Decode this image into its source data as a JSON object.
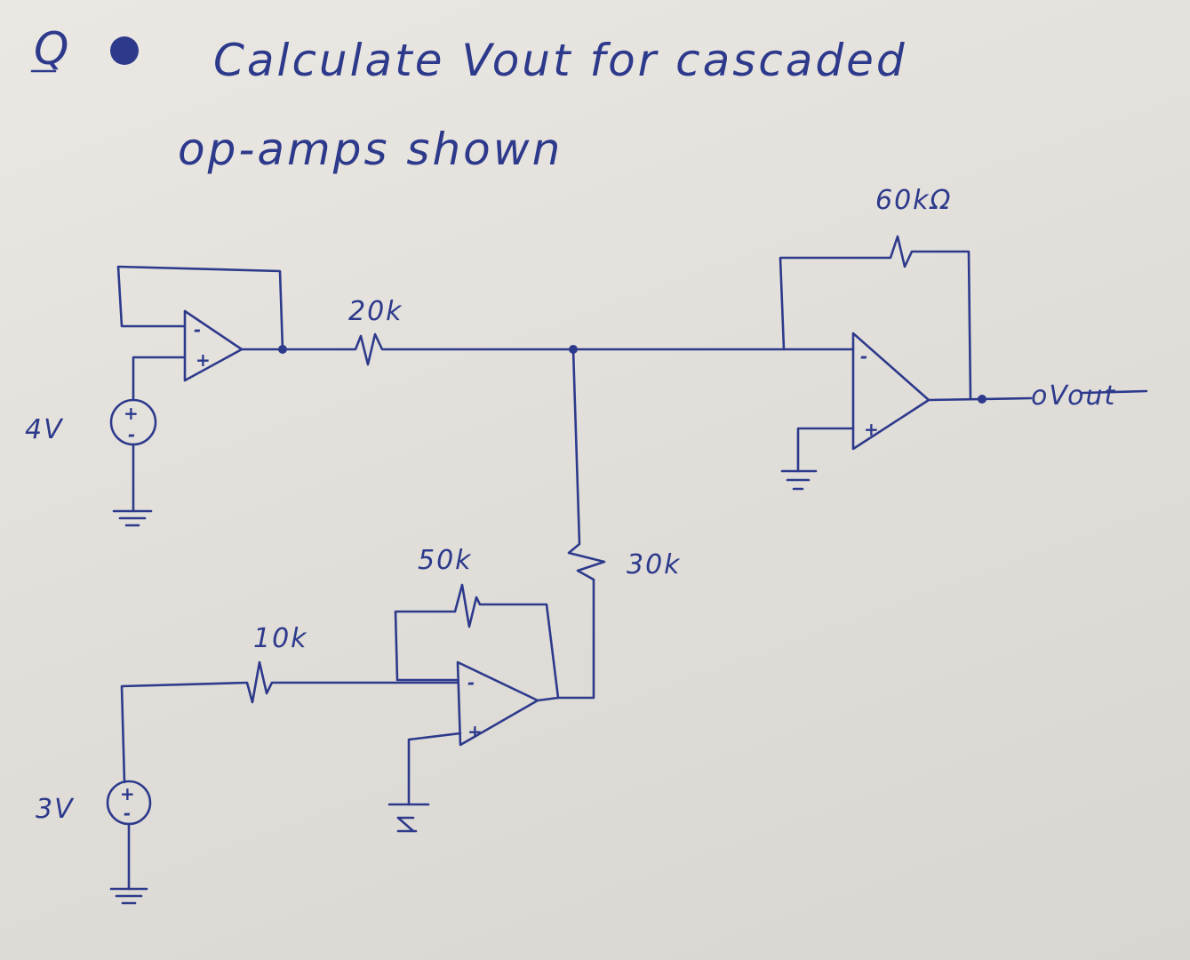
{
  "question": {
    "marker": "Q",
    "line1": "Calculate Vout for cascaded",
    "line2": "op-amps shown"
  },
  "sources": {
    "v1": "4V",
    "v2": "3V"
  },
  "resistors": {
    "r_in_top": "20k",
    "r_feedback_out": "60kΩ",
    "r_feedback_bottom": "50k",
    "r_in_bottom": "10k",
    "r_shunt": "30k"
  },
  "output_label": "oVout",
  "pin_minus": "-",
  "pin_plus": "+",
  "colors": {
    "ink": "#2d3a8c",
    "paper": "#e6e3de"
  }
}
